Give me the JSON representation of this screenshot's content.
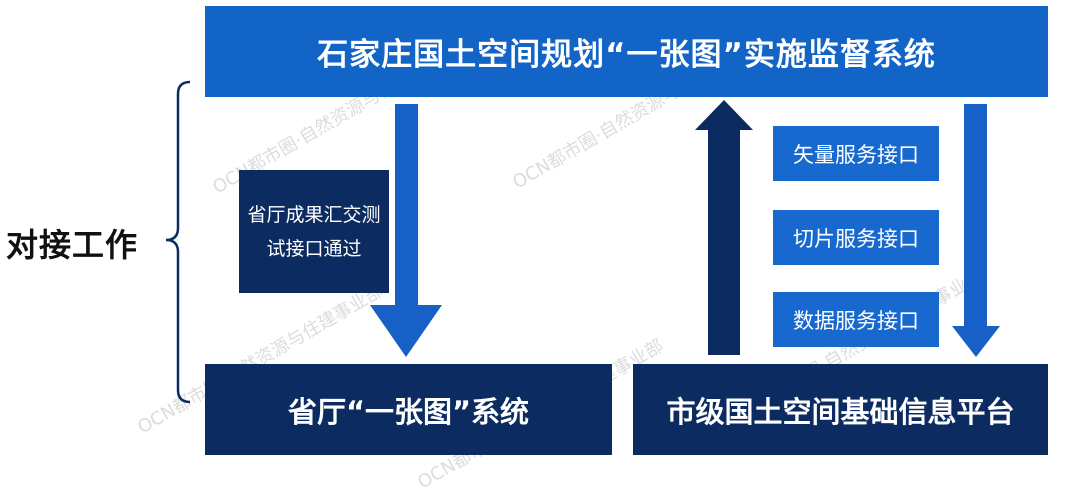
{
  "system": {
    "title": "石家庄国土空间规划“一张图”实施监督系统"
  },
  "side": {
    "label": "对接工作"
  },
  "provincial": {
    "system_label": "省厅“一张图”系统",
    "test_note_line1": "省厅成果汇交测",
    "test_note_line2": "试接口通过"
  },
  "city": {
    "platform_label": "市级国土空间基础信息平台",
    "interfaces": [
      "矢量服务接口",
      "切片服务接口",
      "数据服务接口"
    ]
  },
  "watermark": "OCN都市圈·自然资源与住建事业部",
  "colors": {
    "dark_navy": "#0c2c61",
    "blue": "#1364c7",
    "arrow_blue": "#1760c6"
  }
}
